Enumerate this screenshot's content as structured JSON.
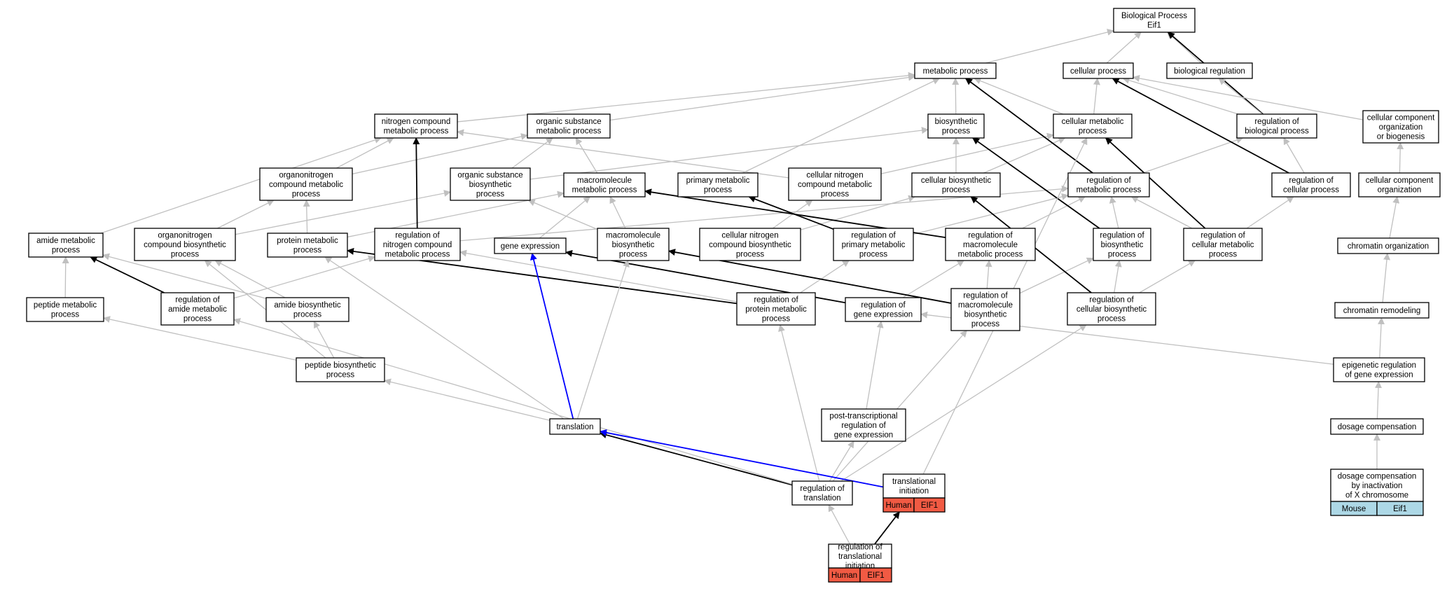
{
  "nodes": {
    "bp": [
      "Biological Process",
      "Eif1"
    ],
    "metabolic": [
      "metabolic process"
    ],
    "cellular": [
      "cellular process"
    ],
    "bioreg": [
      "biological regulation"
    ],
    "nitro": [
      "nitrogen compound",
      "metabolic process"
    ],
    "orgsub": [
      "organic substance",
      "metabolic process"
    ],
    "biosyn": [
      "biosynthetic",
      "process"
    ],
    "cellmet": [
      "cellular metabolic",
      "process"
    ],
    "regbio": [
      "regulation of",
      "biological process"
    ],
    "ccob": [
      "cellular component",
      "organization",
      "or biogenesis"
    ],
    "orgnitro": [
      "organonitrogen",
      "compound metabolic",
      "process"
    ],
    "orgsubbio": [
      "organic substance",
      "biosynthetic",
      "process"
    ],
    "macromet": [
      "macromolecule",
      "metabolic process"
    ],
    "primmet": [
      "primary metabolic",
      "process"
    ],
    "cellnitro": [
      "cellular nitrogen",
      "compound metabolic",
      "process"
    ],
    "cellbio": [
      "cellular biosynthetic",
      "process"
    ],
    "regmet": [
      "regulation of",
      "metabolic process"
    ],
    "regcell": [
      "regulation of",
      "cellular process"
    ],
    "cco": [
      "cellular component",
      "organization"
    ],
    "amidemet": [
      "amide metabolic",
      "process"
    ],
    "orgnitrobio": [
      "organonitrogen",
      "compound biosynthetic",
      "process"
    ],
    "protmet": [
      "protein metabolic",
      "process"
    ],
    "regnitro": [
      "regulation of",
      "nitrogen compound",
      "metabolic process"
    ],
    "geneexp": [
      "gene expression"
    ],
    "macrobio": [
      "macromolecule",
      "biosynthetic",
      "process"
    ],
    "cellnitrobio": [
      "cellular nitrogen",
      "compound biosynthetic",
      "process"
    ],
    "regprim": [
      "regulation of",
      "primary metabolic",
      "process"
    ],
    "regmacromet": [
      "regulation of",
      "macromolecule",
      "metabolic process"
    ],
    "regbiosyn": [
      "regulation of",
      "biosynthetic",
      "process"
    ],
    "regcellmet": [
      "regulation of",
      "cellular metabolic",
      "process"
    ],
    "chromorg": [
      "chromatin organization"
    ],
    "peptmet": [
      "peptide metabolic",
      "process"
    ],
    "regamide": [
      "regulation of",
      "amide metabolic",
      "process"
    ],
    "amidebio": [
      "amide biosynthetic",
      "process"
    ],
    "regprot": [
      "regulation of",
      "protein metabolic",
      "process"
    ],
    "reggene": [
      "regulation of",
      "gene expression"
    ],
    "regmacrobio": [
      "regulation of",
      "macromolecule",
      "biosynthetic",
      "process"
    ],
    "regcellbio": [
      "regulation of",
      "cellular biosynthetic",
      "process"
    ],
    "chromrem": [
      "chromatin remodeling"
    ],
    "peptbio": [
      "peptide biosynthetic",
      "process"
    ],
    "epigen": [
      "epigenetic regulation",
      "of gene expression"
    ],
    "posttrans": [
      "post-transcriptional",
      "regulation of",
      "gene expression"
    ],
    "translation": [
      "translation"
    ],
    "dosage": [
      "dosage compensation"
    ],
    "regtrans": [
      "regulation of",
      "translation"
    ],
    "transinit": [
      "translational",
      "initiation"
    ],
    "dosagex": [
      "dosage compensation",
      "by inactivation",
      "of X chromosome"
    ],
    "regtransinit": [
      "regulation of",
      "translational",
      "initiation"
    ]
  },
  "tags": {
    "transinit": {
      "left": "Human",
      "right": "EIF1",
      "color": "#f15a43"
    },
    "regtransinit": {
      "left": "Human",
      "right": "EIF1",
      "color": "#f15a43"
    },
    "dosagex": {
      "left": "Mouse",
      "right": "Eif1",
      "color": "#add8e6"
    }
  },
  "colors": {
    "gray": "#c0c0c0",
    "black": "#000000",
    "blue": "#0000ff"
  }
}
